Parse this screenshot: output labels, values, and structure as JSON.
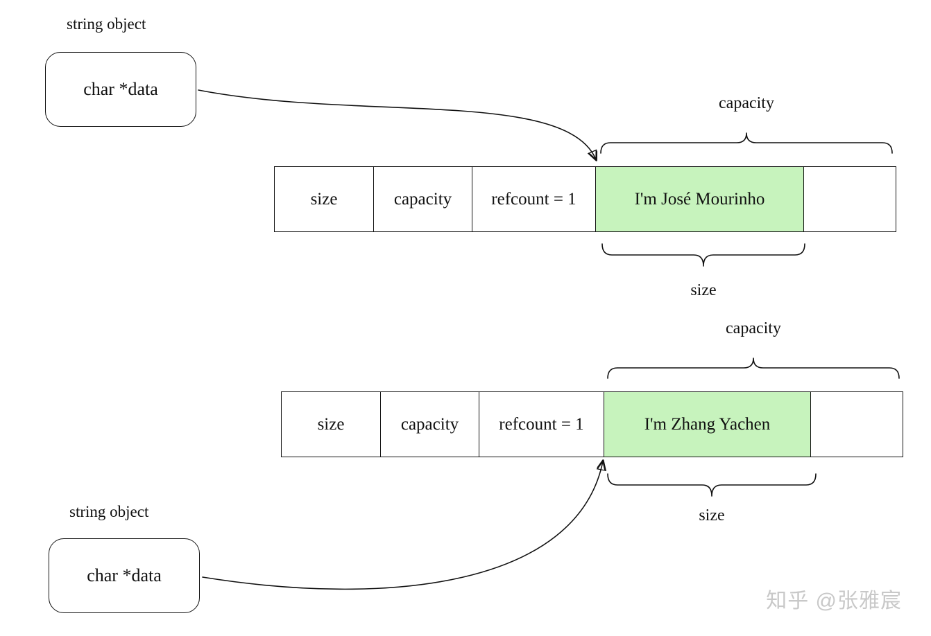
{
  "colors": {
    "highlight": "#c7f3bd",
    "stroke": "#111111",
    "watermark": "#c8c8c8"
  },
  "top": {
    "object_label": "string object",
    "pointer_label": "char *data",
    "capacity_label": "capacity",
    "size_label": "size",
    "cells": {
      "size": "size",
      "capacity": "capacity",
      "refcount": "refcount = 1",
      "content": "I'm José Mourinho",
      "spare": ""
    }
  },
  "bottom": {
    "object_label": "string object",
    "pointer_label": "char *data",
    "capacity_label": "capacity",
    "size_label": "size",
    "cells": {
      "size": "size",
      "capacity": "capacity",
      "refcount": "refcount = 1",
      "content": "I'm Zhang Yachen",
      "spare": ""
    }
  },
  "watermark": "知乎 @张雅宸"
}
